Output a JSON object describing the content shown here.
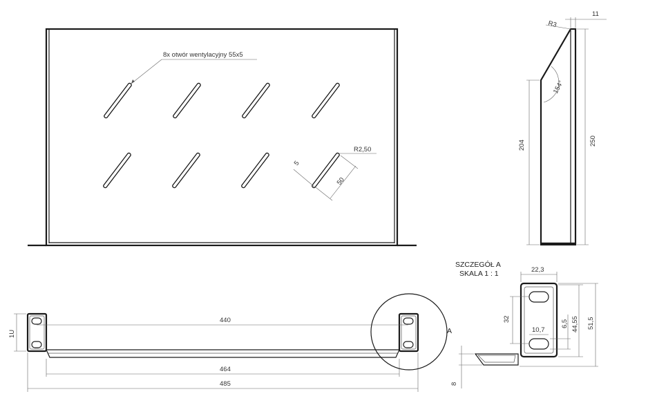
{
  "labels": {
    "vent_note": "8x otwór wentylacyjny 55x5",
    "slot_radius": "R2,50",
    "slot_width": "5",
    "slot_length": "50",
    "side_radius": "R3",
    "side_top": "11",
    "side_angle": "154°",
    "side_204": "204",
    "side_250": "250",
    "detail_title": "SZCZEGÓŁ A",
    "detail_scale": "SKALA 1 : 1",
    "detail_22_3": "22,3",
    "detail_32": "32",
    "detail_10_7": "10,7",
    "detail_6_5": "6,5",
    "detail_44_55": "44,55",
    "detail_51_5": "51,5",
    "detail_8": "8",
    "front_1u": "1U",
    "front_440": "440",
    "front_464": "464",
    "front_485": "485",
    "detail_marker": "A"
  }
}
